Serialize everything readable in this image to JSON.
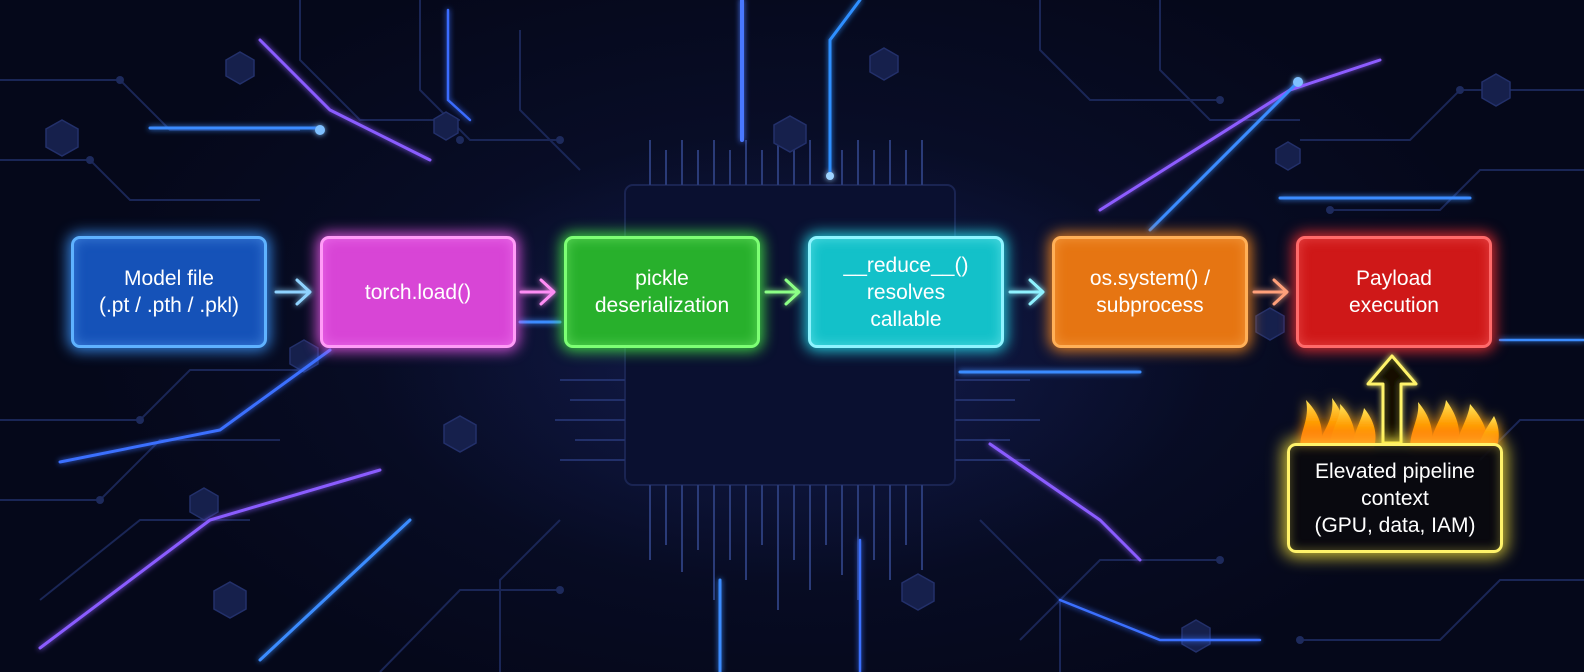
{
  "nodes": [
    {
      "id": "model-file",
      "label": "Model file\n(.pt / .pth / .pkl)"
    },
    {
      "id": "torch-load",
      "label": "torch.load()"
    },
    {
      "id": "pickle",
      "label": "pickle\ndeserialization"
    },
    {
      "id": "reduce",
      "label": "__reduce__()\nresolves\ncallable"
    },
    {
      "id": "os-system",
      "label": "os.system() /\nsubprocess"
    },
    {
      "id": "payload",
      "label": "Payload\nexecution"
    }
  ],
  "context": {
    "label": "Elevated pipeline\ncontext\n(GPU, data, IAM)"
  },
  "colors": {
    "background": "#060a1a",
    "model_file": "#1552b8",
    "torch_load": "#d845d6",
    "pickle": "#28b02c",
    "reduce": "#13c1c9",
    "os_system": "#e67512",
    "payload": "#cf1818",
    "context_border": "#fff36a"
  },
  "icons": [
    "flame-icon",
    "up-arrow-icon",
    "right-arrow-icon"
  ]
}
